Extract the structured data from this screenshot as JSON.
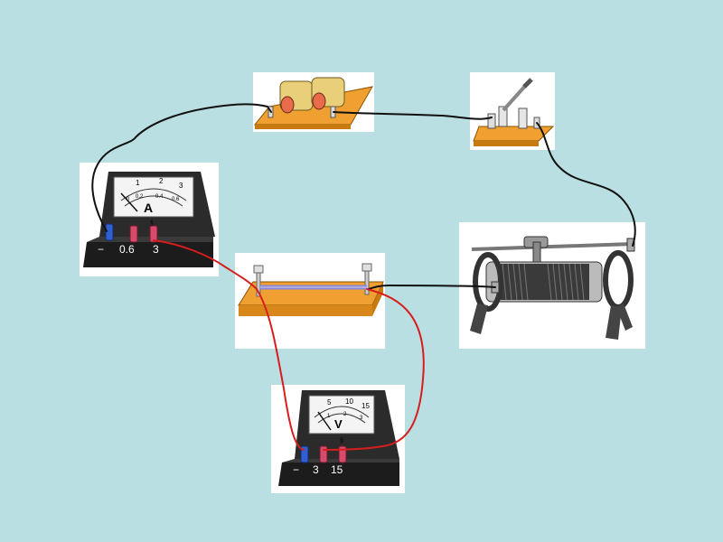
{
  "ammeter": {
    "symbol": "A",
    "scale_labels": [
      "0",
      "0.2",
      "0.4",
      "0.6"
    ],
    "upper_scale_labels": [
      "1",
      "2",
      "3"
    ],
    "terminals": [
      "−",
      "0.6",
      "3"
    ]
  },
  "voltmeter": {
    "symbol": "V",
    "scale_labels": [
      "1",
      "2",
      "3"
    ],
    "upper_scale_labels": [
      "5",
      "10",
      "15"
    ],
    "terminals": [
      "−",
      "3",
      "15"
    ]
  },
  "colors": {
    "background": "#b9dfe2",
    "board": "#f0a030",
    "black_wire": "#111111",
    "red_wire": "#d71d1d",
    "meter_body": "#2b2b2b"
  }
}
